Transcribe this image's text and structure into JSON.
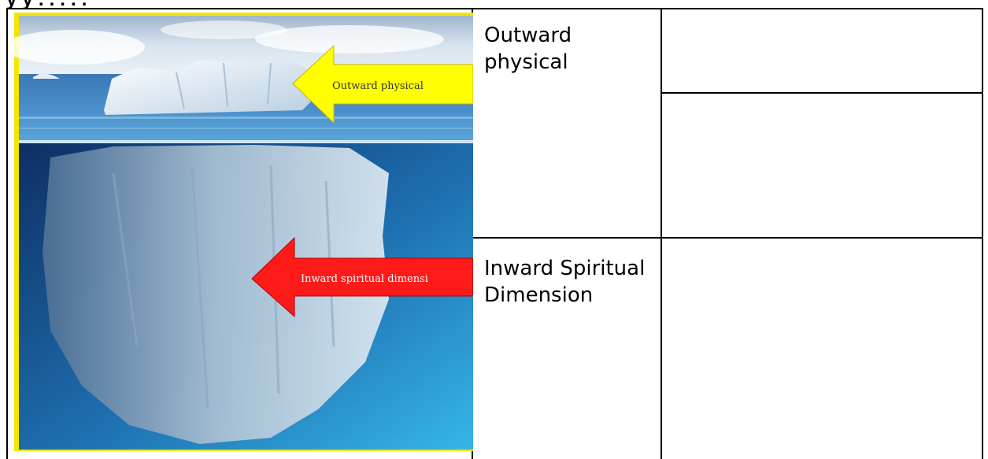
{
  "heading": {
    "text": "y y    .    .  .    .  ."
  },
  "image": {
    "arrows": {
      "outward": {
        "label": "Outward physical",
        "color": "#ffff00"
      },
      "inward": {
        "label": "Inward spiritual dimensi",
        "color": "#ff1a1a"
      }
    },
    "frame_color": "#f4e600"
  },
  "table": {
    "rows": [
      {
        "label_line1": "Outward",
        "label_line2": "physical"
      },
      {
        "label_line1": "Inward Spiritual",
        "label_line2": "Dimension"
      }
    ]
  }
}
